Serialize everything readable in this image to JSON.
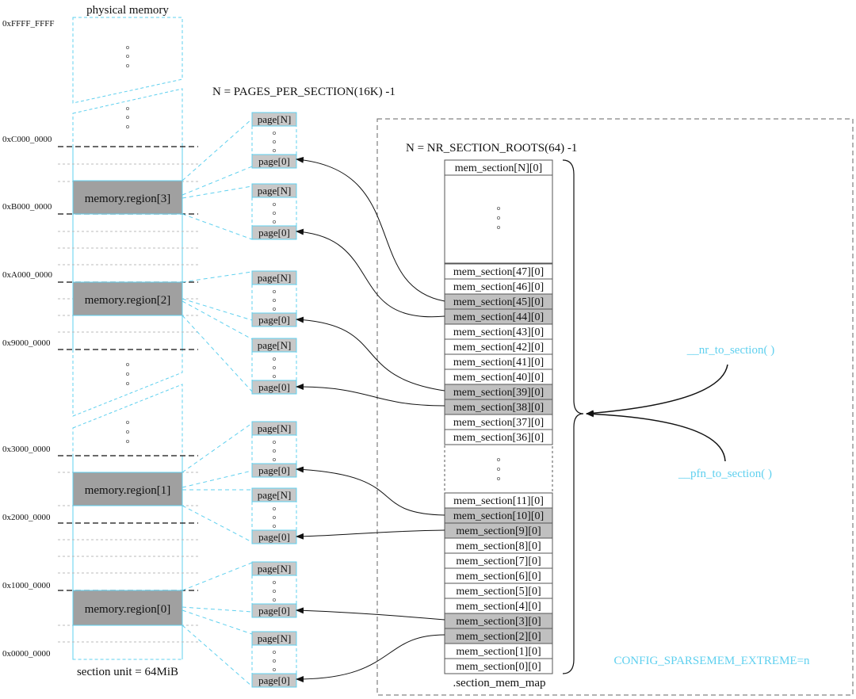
{
  "physical_memory": {
    "title": "physical memory",
    "footer": "section unit = 64MiB",
    "addresses": [
      "0xFFFF_FFFF",
      "0xC000_0000",
      "0xB000_0000",
      "0xA000_0000",
      "0x9000_0000",
      "0x3000_0000",
      "0x2000_0000",
      "0x1000_0000",
      "0x0000_0000"
    ],
    "regions": [
      "memory.region[3]",
      "memory.region[2]",
      "memory.region[1]",
      "memory.region[0]"
    ]
  },
  "pages": {
    "formula": "N = PAGES_PER_SECTION(16K) -1",
    "top_label": "page[N]",
    "bottom_label": "page[0]",
    "group_count": 8
  },
  "section_map": {
    "formula": "N = NR_SECTION_ROOTS(64) -1",
    "caption": ".section_mem_map",
    "top_entry": "mem_section[N][0]",
    "upper_entries": [
      "mem_section[47][0]",
      "mem_section[46][0]",
      "mem_section[45][0]",
      "mem_section[44][0]",
      "mem_section[43][0]",
      "mem_section[42][0]",
      "mem_section[41][0]",
      "mem_section[40][0]",
      "mem_section[39][0]",
      "mem_section[38][0]",
      "mem_section[37][0]",
      "mem_section[36][0]"
    ],
    "lower_entries": [
      "mem_section[11][0]",
      "mem_section[10][0]",
      "mem_section[9][0]",
      "mem_section[8][0]",
      "mem_section[7][0]",
      "mem_section[6][0]",
      "mem_section[5][0]",
      "mem_section[4][0]",
      "mem_section[3][0]",
      "mem_section[2][0]",
      "mem_section[1][0]",
      "mem_section[0][0]"
    ],
    "highlighted": [
      "mem_section[45][0]",
      "mem_section[44][0]",
      "mem_section[39][0]",
      "mem_section[38][0]",
      "mem_section[10][0]",
      "mem_section[9][0]",
      "mem_section[3][0]",
      "mem_section[2][0]"
    ]
  },
  "functions": [
    "__nr_to_section( )",
    "__pfn_to_section( )"
  ],
  "config": "CONFIG_SPARSEMEM_EXTREME=n",
  "colors": {
    "accent": "#5fd0ef",
    "region_fill": "#a0a0a0",
    "page_fill": "#c8c8c8",
    "highlight_fill": "#c0c0c0"
  }
}
